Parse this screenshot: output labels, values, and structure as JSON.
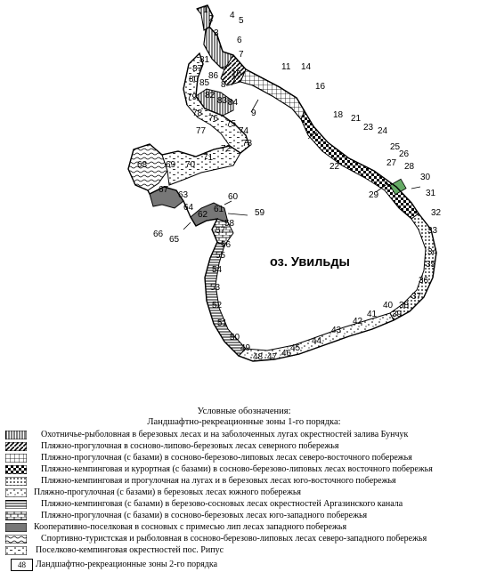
{
  "map": {
    "lake_label": "оз. Увильды",
    "zone_numbers": [
      "1",
      "2",
      "3",
      "4",
      "5",
      "6",
      "7",
      "8",
      "9",
      "10",
      "11",
      "14",
      "16",
      "18",
      "21",
      "22",
      "23",
      "24",
      "25",
      "26",
      "27",
      "28",
      "29",
      "30",
      "31",
      "32",
      "33",
      "34",
      "35",
      "36",
      "37",
      "38",
      "39",
      "40",
      "41",
      "42",
      "43",
      "44",
      "45",
      "46",
      "47",
      "48",
      "49",
      "50",
      "51",
      "52",
      "53",
      "54",
      "55",
      "56",
      "57",
      "58",
      "59",
      "60",
      "61",
      "62",
      "63",
      "64",
      "65",
      "66",
      "67",
      "68",
      "69",
      "70",
      "71",
      "72",
      "73",
      "74",
      "75",
      "76",
      "77",
      "78",
      "79",
      "80",
      "81",
      "82",
      "83",
      "84",
      "85",
      "86",
      "87"
    ]
  },
  "legend": {
    "title": "Условные обозначения:",
    "subtitle": "Ландшафтно-рекреационные зоны 1-го порядка:",
    "items": [
      {
        "label": "Охотничье-рыболовная в березовых лесах и на заболоченных лугах окрестностей залива Бунчук",
        "pattern": "vertical-hatch-icon"
      },
      {
        "label": "Пляжно-прогулочная в сосново-липово-березовых лесах северного побережья",
        "pattern": "diagonal-hatch-icon"
      },
      {
        "label": "Пляжно-прогулочная (с базами) в сосново-березово-липовых лесах северо-восточного побережья",
        "pattern": "grid-pattern-icon"
      },
      {
        "label": "Пляжно-кемпинговая и курортная (с базами) в сосново-березово-липовых лесах восточного побережья",
        "pattern": "checker-pattern-icon"
      },
      {
        "label": "Пляжно-кемпинговая  и прогулочная на лугах и в березовых лесах юго-восточного побережья",
        "pattern": "dot-grid-icon"
      },
      {
        "label": "Пляжно-прогулочная (с базами) в березовых лесах южного побережья",
        "pattern": "scattered-dots-icon"
      },
      {
        "label": "Пляжно-кемпинговая (с базами) в березово-сосновых лесах окрестностей Аргазинского канала",
        "pattern": "horizontal-hatch-icon"
      },
      {
        "label": "Пляжно-прогулочная (с базами) в сосново-березовых лесах юго-западного побережья",
        "pattern": "brick-pattern-icon"
      },
      {
        "label": "Кооперативно-поселковая в сосновых с примесью лип лесах западного побережья",
        "pattern": "solid-gray-icon"
      },
      {
        "label": "Спортивно-туристская и  рыболовная в сосново-березово-липовых лесах северо-западного побережья",
        "pattern": "waves-pattern-icon"
      },
      {
        "label": "Поселково-кемпинговая окрестностей пос. Рипус",
        "pattern": "dots-dashes-icon"
      }
    ],
    "zone2_box_number": "48",
    "zone2_text": "Ландшафтно-рекреационные зоны 2-го порядка"
  }
}
